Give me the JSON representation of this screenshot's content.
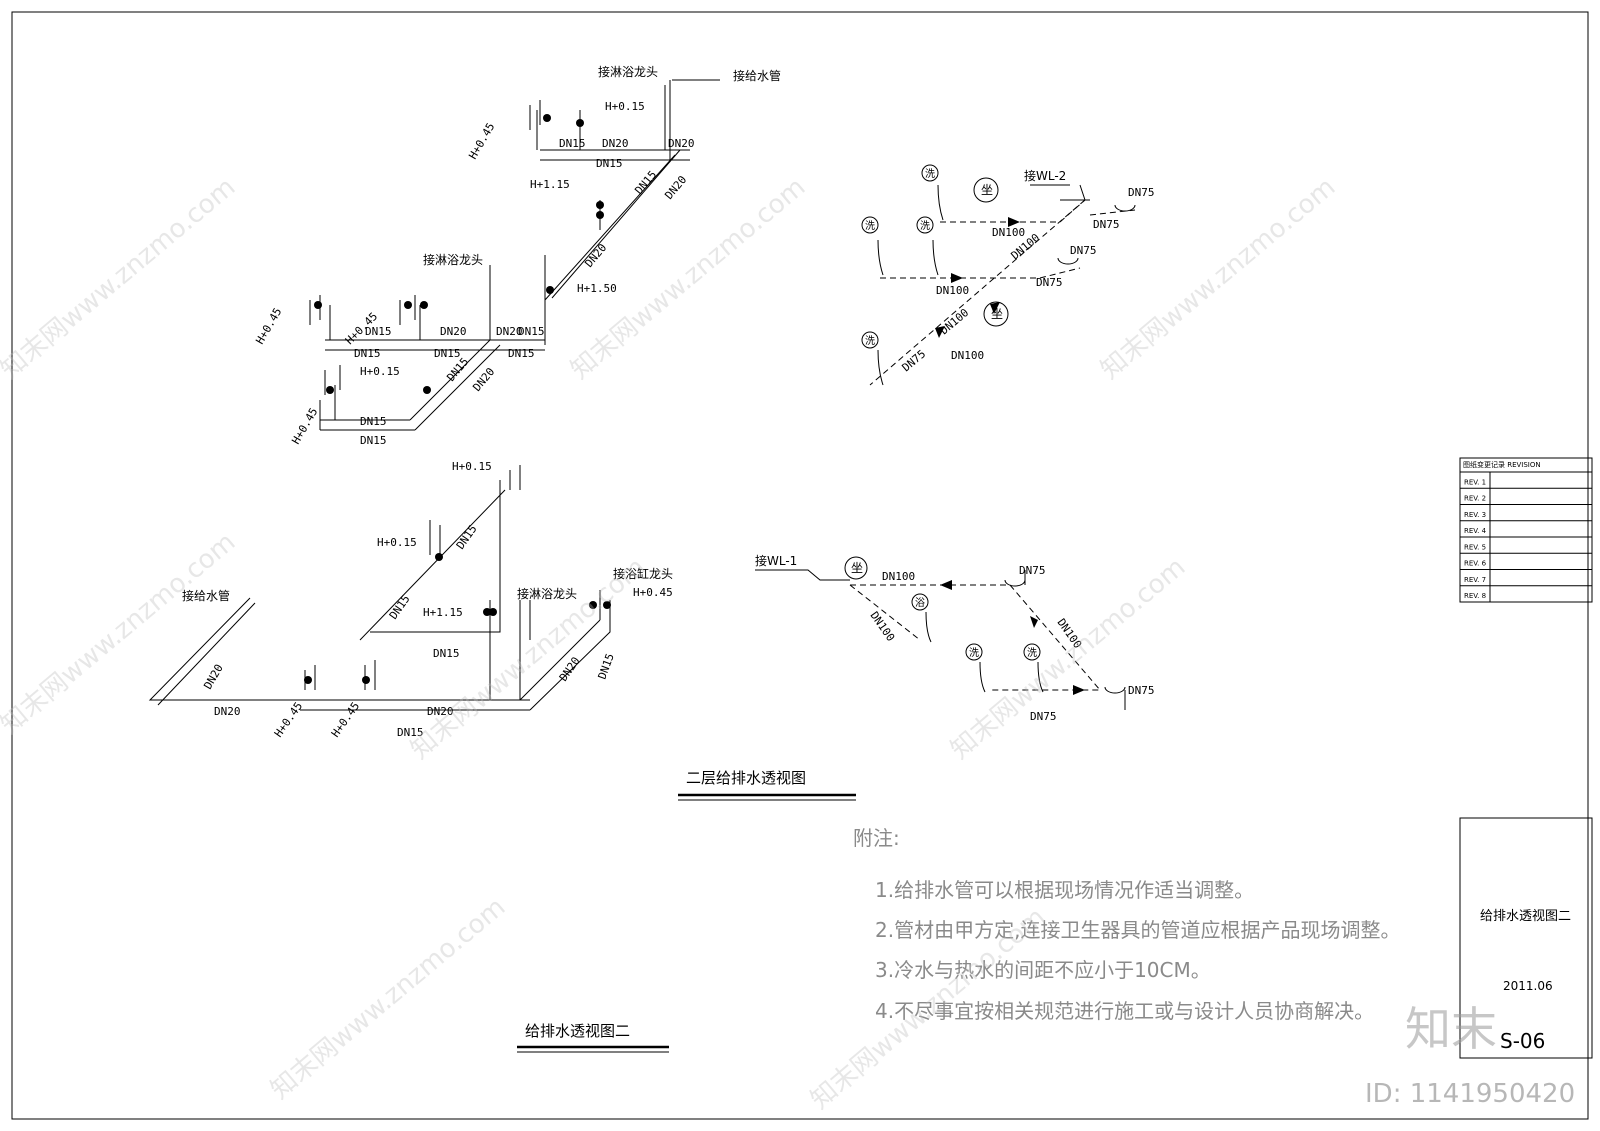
{
  "diagram_upper": {
    "labels": {
      "shower_top": "接淋浴龙头",
      "supply_top": "接给水管",
      "shower_mid": "接淋浴龙头",
      "h015_a": "H+0.15",
      "h045_a": "H+0.45",
      "h115": "H+1.15",
      "h150": "H+1.50",
      "h045_b": "H+0.45",
      "h045_c": "H+0.45",
      "h015_b": "H+0.15",
      "h045_d": "H+0.45",
      "dn15": "DN15",
      "dn20": "DN20"
    }
  },
  "diagram_drain_top": {
    "wl2": "接WL-2",
    "dn75": "DN75",
    "dn100": "DN100",
    "wash": "洗",
    "seat": "坐"
  },
  "diagram_lower": {
    "supply": "接给水管",
    "shower": "接淋浴龙头",
    "bath": "接浴缸龙头",
    "h015": "H+0.15",
    "h115": "H+1.15",
    "h045": "H+0.45"
  },
  "diagram_drain_bottom": {
    "wl1": "接WL-1",
    "bath": "浴"
  },
  "titles": {
    "main": "二层给排水透视图",
    "sub": "给排水透视图二"
  },
  "notes": {
    "header": "附注:",
    "items": [
      "1.给排水管可以根据现场情况作适当调整。",
      "2.管材由甲方定,连接卫生器具的管道应根据产品现场调整。",
      "3.冷水与热水的间距不应小于10CM。",
      "4.不尽事宜按相关规范进行施工或与设计人员协商解决。"
    ]
  },
  "revision_table": {
    "header": "图纸变更记录  REVISION",
    "rows": [
      "REV. 1",
      "REV. 2",
      "REV. 3",
      "REV. 4",
      "REV. 5",
      "REV. 6",
      "REV. 7",
      "REV. 8"
    ]
  },
  "title_block": {
    "drawing_name": "给排水透视图二",
    "date": "2011.06",
    "number": "S-06"
  },
  "watermark": {
    "site": "知末网www.znzmo.com",
    "brand": "知末",
    "id": "ID: 1141950420"
  }
}
